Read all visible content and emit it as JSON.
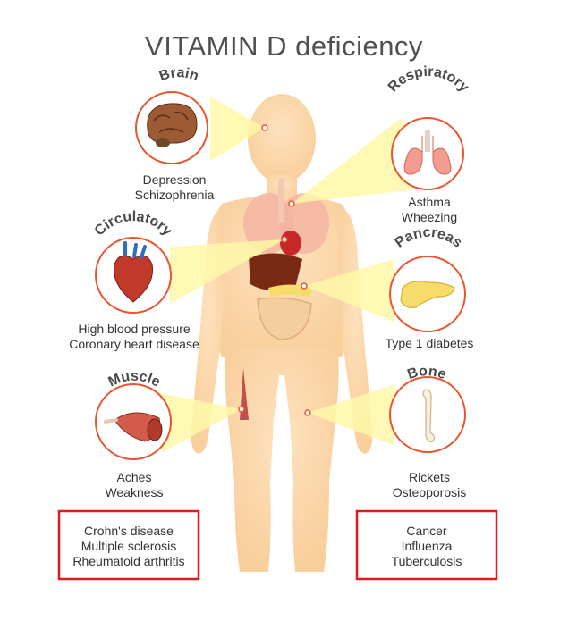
{
  "title": "VITAMIN D deficiency",
  "systems": {
    "brain": {
      "label": "Brain",
      "conditions": "Depression\nSchizophrenia"
    },
    "respiratory": {
      "label": "Respiratory",
      "conditions": "Asthma\nWheezing"
    },
    "circulatory": {
      "label": "Circulatory",
      "conditions": "High blood pressure\nCoronary heart disease"
    },
    "pancreas": {
      "label": "Pancreas",
      "conditions": "Type 1 diabetes"
    },
    "muscle": {
      "label": "Muscle",
      "conditions": "Aches\nWeakness"
    },
    "bone": {
      "label": "Bone",
      "conditions": "Rickets\nOsteoporosis"
    }
  },
  "boxes": {
    "left": "Crohn's disease\nMultiple sclerosis\nRheumatoid arthritis",
    "right": "Cancer\nInfluenza\nTuberculosis"
  },
  "colors": {
    "circle_stroke": "#e8552f",
    "box_stroke": "#e01b1b",
    "body": "#fbd6a8",
    "beam": "#fff8a8",
    "text": "#333333",
    "title": "#505050"
  }
}
